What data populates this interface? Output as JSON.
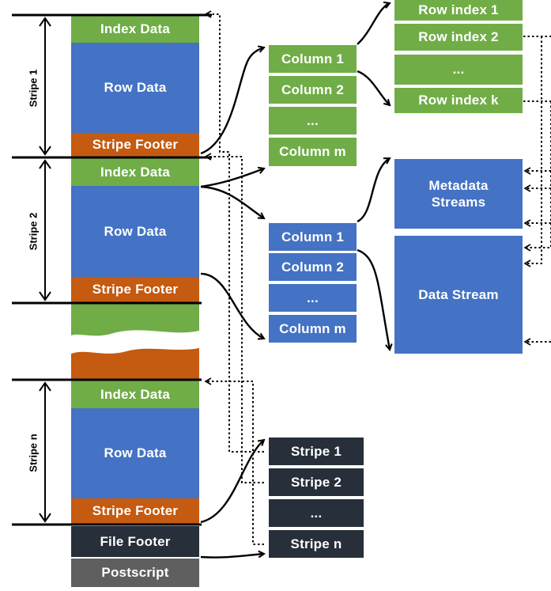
{
  "stripes": {
    "labels": [
      "Stripe 1",
      "Stripe 2",
      "Stripe n"
    ],
    "index_data": "Index Data",
    "row_data": "Row Data",
    "stripe_footer": "Stripe Footer"
  },
  "file": {
    "file_footer": "File Footer",
    "postscript": "Postscript"
  },
  "columns": {
    "col1": "Column 1",
    "col2": "Column 2",
    "ellipsis": "...",
    "colm": "Column m"
  },
  "row_indexes": {
    "r1": "Row index 1",
    "r2": "Row index 2",
    "ellipsis": "...",
    "rk": "Row index k"
  },
  "streams": {
    "metadata": "Metadata Streams",
    "data": "Data Stream"
  },
  "stripe_list": {
    "s1": "Stripe 1",
    "s2": "Stripe 2",
    "ellipsis": "...",
    "sn": "Stripe n"
  },
  "colors": {
    "green": "#70ad47",
    "blue": "#4472c4",
    "orange": "#c55a11",
    "dark": "#262f3a",
    "grey": "#5f5f5f"
  }
}
